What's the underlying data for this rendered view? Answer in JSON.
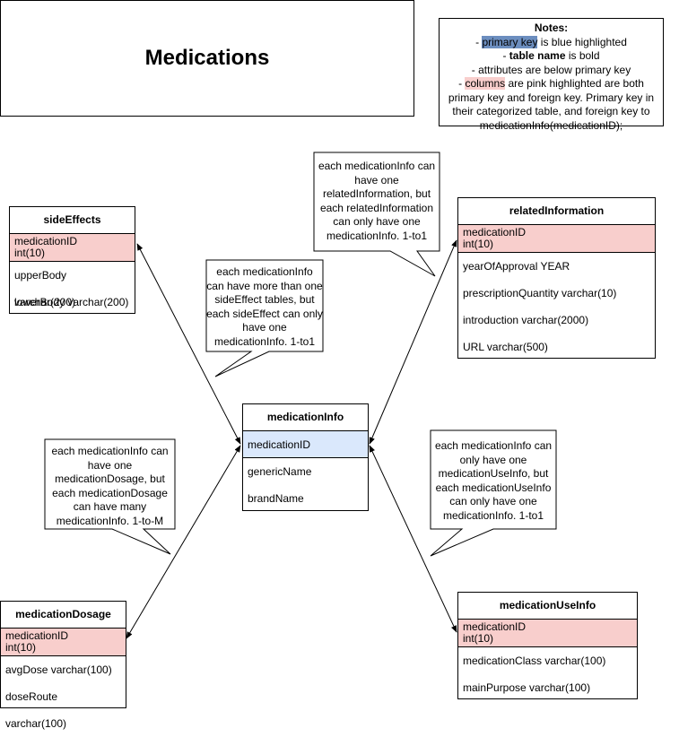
{
  "diagram_title": "Medications",
  "notes": {
    "title": "Notes:",
    "line1_prefix": "- ",
    "line1_hl": "primary key",
    "line1_suffix": " is blue highlighted",
    "line2_prefix": "- ",
    "line2_bold": "table name",
    "line2_suffix": " is bold",
    "line3": "- attributes are below primary key",
    "line4_prefix": "- ",
    "line4_hl": "columns",
    "line4_suffix": " are pink highlighted are both primary key and foreign key. Primary key in their categorized table, and foreign key to medicationInfo(medicationID);"
  },
  "tables": {
    "sideEffects": {
      "name": "sideEffects",
      "pk_line1": "medicationID",
      "pk_line2": "int(10)",
      "attrs": [
        "upperBody varchar(200)",
        "lowerBody varchar(200)"
      ]
    },
    "relatedInformation": {
      "name": "relatedInformation",
      "pk_line1": "medicationID",
      "pk_line2": "int(10)",
      "attrs": [
        "yearOfApproval YEAR",
        "prescriptionQuantity varchar(10)",
        "introduction varchar(2000)",
        "URL varchar(500)"
      ]
    },
    "medicationInfo": {
      "name": "medicationInfo",
      "pk": "medicationID",
      "attrs": [
        "genericName",
        "brandName"
      ]
    },
    "medicationDosage": {
      "name": "medicationDosage",
      "pk_line1": "medicationID",
      "pk_line2": "int(10)",
      "attrs": [
        "avgDose varchar(100)",
        "doseRoute varchar(100)"
      ]
    },
    "medicationUseInfo": {
      "name": "medicationUseInfo",
      "pk_line1": "medicationID",
      "pk_line2": "int(10)",
      "attrs": [
        "medicationClass varchar(100)",
        "mainPurpose varchar(100)"
      ]
    }
  },
  "callouts": {
    "related": "each medicationInfo can have one relatedInformation, but each relatedInformation can only have one medicationInfo. 1-to1",
    "side": "each medicationInfo can have more than one sideEffect tables, but each sideEffect can only have one medicationInfo. 1-to1",
    "dosage": "each medicationInfo can have one medicationDosage, but each medicationDosage can have many medicationInfo. 1-to-M",
    "use": "each medicationInfo can only have one medicationUseInfo, but each medicationUseInfo can only have one medicationInfo. 1-to1"
  },
  "colors": {
    "pk_blue": "#dae8fc",
    "note_blue": "#6c8ebf",
    "fk_pink": "#f8cecc"
  }
}
